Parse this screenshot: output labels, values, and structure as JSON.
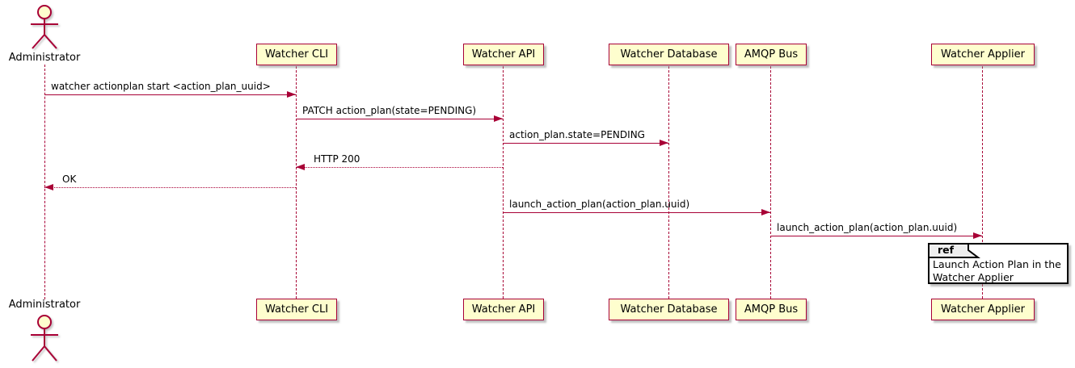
{
  "diagram": {
    "type": "sequence",
    "actor": {
      "name": "Administrator"
    },
    "participants": [
      {
        "name": "Watcher CLI"
      },
      {
        "name": "Watcher API"
      },
      {
        "name": "Watcher Database"
      },
      {
        "name": "AMQP Bus"
      },
      {
        "name": "Watcher Applier"
      }
    ],
    "messages": [
      {
        "text": "watcher actionplan start <action_plan_uuid>",
        "from": "Administrator",
        "to": "Watcher CLI",
        "style": "solid"
      },
      {
        "text": "PATCH action_plan(state=PENDING)",
        "from": "Watcher CLI",
        "to": "Watcher API",
        "style": "solid"
      },
      {
        "text": "action_plan.state=PENDING",
        "from": "Watcher API",
        "to": "Watcher Database",
        "style": "solid"
      },
      {
        "text": "HTTP 200",
        "from": "Watcher API",
        "to": "Watcher CLI",
        "style": "dotted"
      },
      {
        "text": "OK",
        "from": "Watcher CLI",
        "to": "Administrator",
        "style": "dotted"
      },
      {
        "text": "launch_action_plan(action_plan.uuid)",
        "from": "Watcher API",
        "to": "AMQP Bus",
        "style": "solid"
      },
      {
        "text": "launch_action_plan(action_plan.uuid)",
        "from": "AMQP Bus",
        "to": "Watcher Applier",
        "style": "solid"
      }
    ],
    "ref": {
      "keyword": "ref",
      "text": "Launch Action Plan in the\nWatcher Applier"
    },
    "colors": {
      "line": "#A80036",
      "participant_fill": "#FEFECE",
      "ref_header_fill": "#EEEEEE",
      "ref_border": "#000000",
      "text": "#000000"
    }
  }
}
